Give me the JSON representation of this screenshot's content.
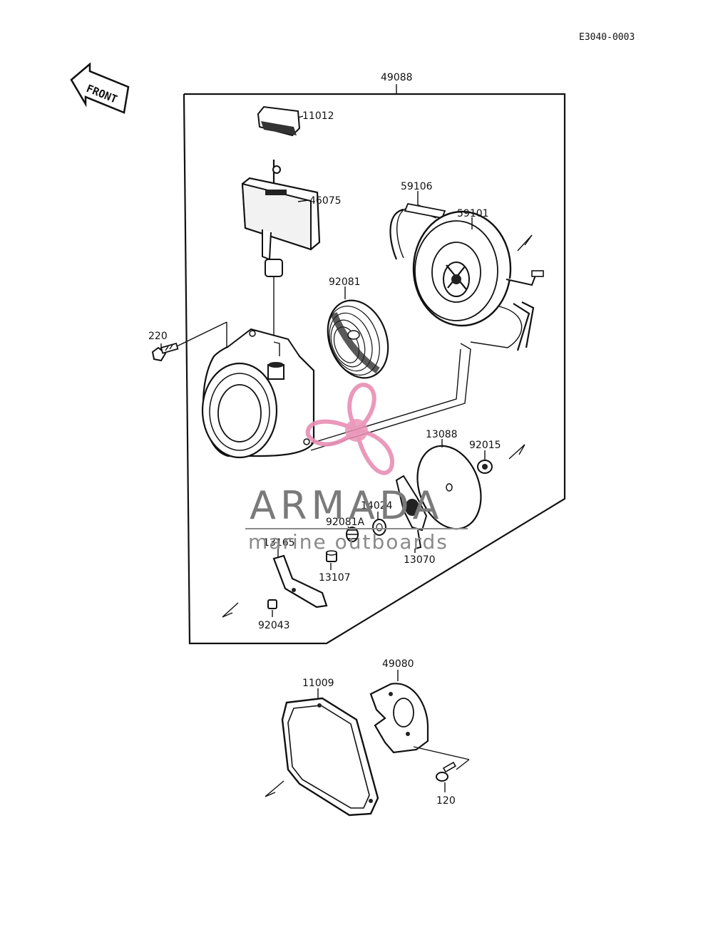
{
  "document_code": "E3040-0003",
  "front_label": "FRONT",
  "assembly_label": "49088",
  "parts": {
    "p11012": "11012",
    "p46075": "46075",
    "p59106": "59106",
    "p59101": "59101",
    "p92081": "92081",
    "p220": "220",
    "p13088": "13088",
    "p92015": "92015",
    "p14024": "14024",
    "p92081a": "92081A",
    "p13165": "13165",
    "p13070": "13070",
    "p13107": "13107",
    "p92043": "92043",
    "p49080": "49080",
    "p11009": "11009",
    "p120": "120"
  },
  "watermark": {
    "title": "ARMADA",
    "subtitle": "marine outboards",
    "logo_color": "#e88fb4"
  }
}
